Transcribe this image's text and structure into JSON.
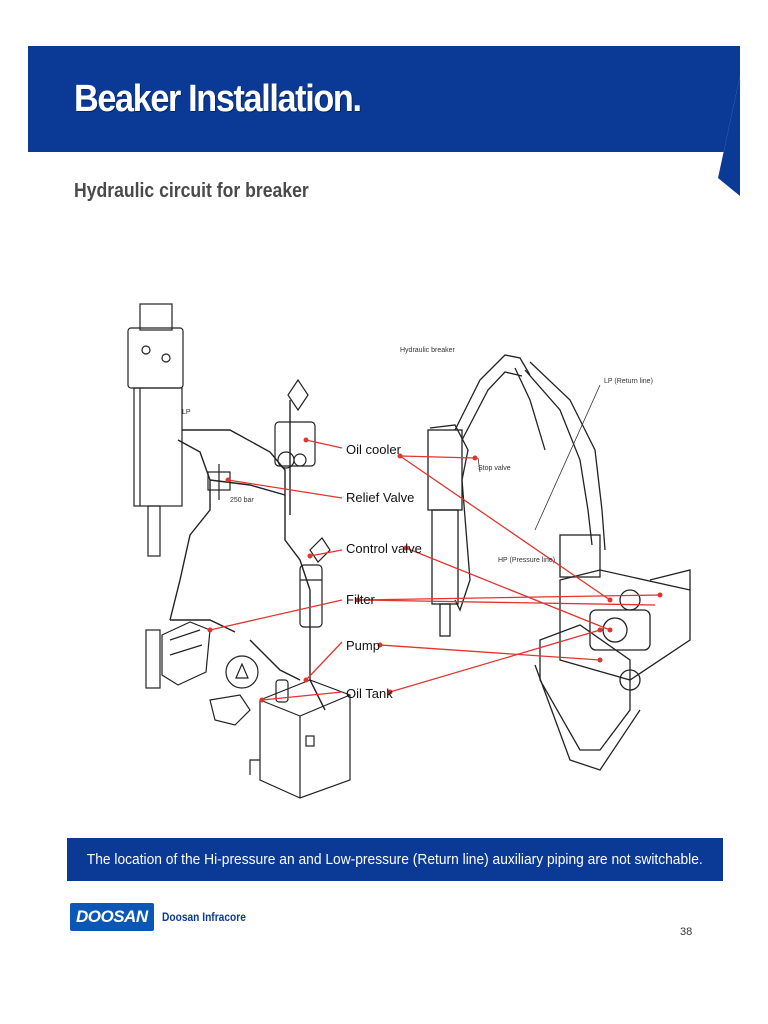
{
  "slide": {
    "title": "Beaker Installation.",
    "subtitle": "Hydraulic circuit for breaker",
    "note": "The location of the Hi-pressure an and Low-pressure (Return line) auxiliary piping are not switchable.",
    "page_number": "38"
  },
  "brand": {
    "logo_mark": "DOOSAN",
    "logo_text": "Doosan Infracore",
    "banner_color": "#0a3a96",
    "callout_color": "#e3342f"
  },
  "diagram": {
    "callouts": [
      {
        "label": "Oil cooler"
      },
      {
        "label": "Relief Valve"
      },
      {
        "label": "Control valve"
      },
      {
        "label": "Filter"
      },
      {
        "label": "Pump"
      },
      {
        "label": "Oil Tank"
      }
    ],
    "small_labels": {
      "hydraulic_breaker": "Hydraulic breaker",
      "lp_return_line": "LP (Return line)",
      "stop_valve": "Stop valve",
      "hp_pressure_line": "HP (Pressure line)",
      "pressure_setting": "250 bar",
      "lp_tag": "LP"
    }
  }
}
